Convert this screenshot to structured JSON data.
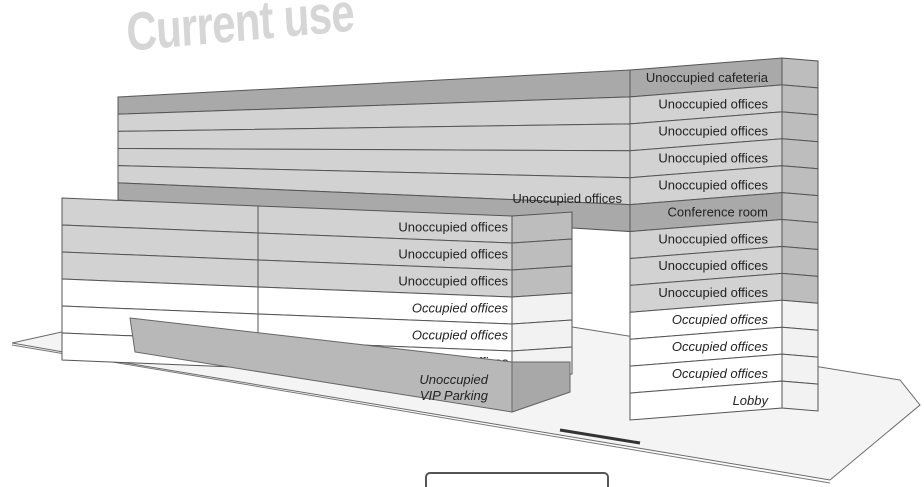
{
  "title": "Current use",
  "tower": {
    "floors": [
      {
        "label": "Unoccupied cafeteria",
        "status": "unoccupied-dark"
      },
      {
        "label": "Unoccupied offices",
        "status": "unoccupied"
      },
      {
        "label": "Unoccupied offices",
        "status": "unoccupied"
      },
      {
        "label": "Unoccupied offices",
        "status": "unoccupied"
      },
      {
        "label": "Unoccupied offices",
        "status": "unoccupied"
      },
      {
        "label": "Conference room",
        "status": "unoccupied-dark"
      },
      {
        "label": "Unoccupied offices",
        "status": "unoccupied"
      },
      {
        "label": "Unoccupied offices",
        "status": "unoccupied"
      },
      {
        "label": "Unoccupied offices",
        "status": "unoccupied"
      },
      {
        "label": "Occupied offices",
        "status": "occupied"
      },
      {
        "label": "Occupied offices",
        "status": "occupied"
      },
      {
        "label": "Occupied offices",
        "status": "occupied"
      },
      {
        "label": "Lobby",
        "status": "occupied"
      }
    ],
    "back_label": "Unoccupied offices"
  },
  "annex": {
    "floors": [
      {
        "label": "Unoccupied offices",
        "status": "unoccupied"
      },
      {
        "label": "Unoccupied offices",
        "status": "unoccupied"
      },
      {
        "label": "Unoccupied offices",
        "status": "unoccupied"
      },
      {
        "label": "Occupied offices",
        "status": "occupied"
      },
      {
        "label": "Occupied offices",
        "status": "occupied"
      },
      {
        "label": "Occupied offices",
        "status": "occupied"
      }
    ],
    "parking_line1": "Unoccupied",
    "parking_line2": "VIP Parking"
  },
  "colors": {
    "unoccupied": "#d2d2d2",
    "unoccupied_dark": "#a9a9a9",
    "occupied": "#ffffff",
    "parking": "#b8b8b8",
    "outline": "#555555",
    "title": "#d6d6d6"
  }
}
